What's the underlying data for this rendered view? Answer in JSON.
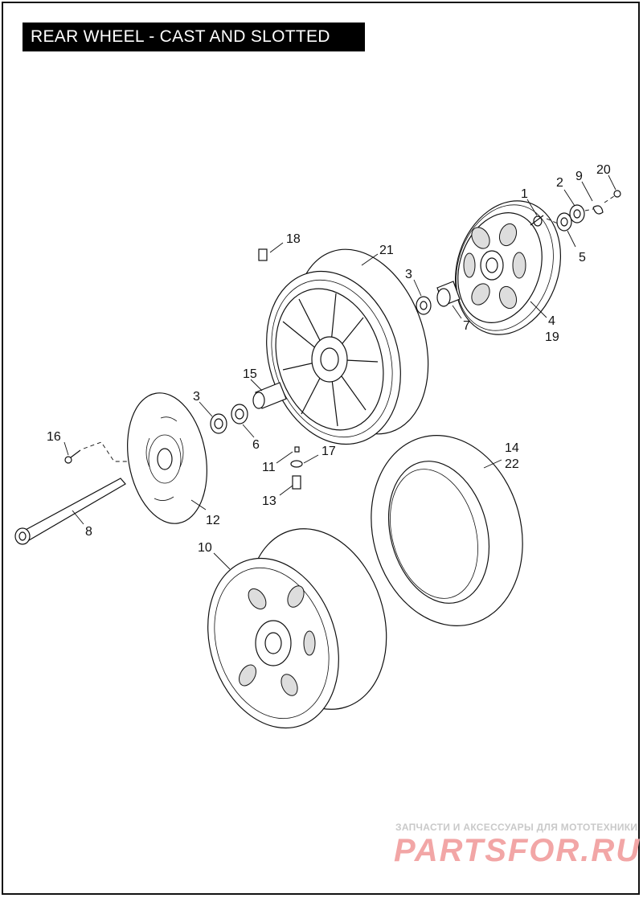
{
  "title": "REAR WHEEL - CAST AND SLOTTED",
  "callouts": {
    "c1": "1",
    "c2": "2",
    "c3a": "3",
    "c3b": "3",
    "c4": "4",
    "c5": "5",
    "c6": "6",
    "c7": "7",
    "c8": "8",
    "c9": "9",
    "c10": "10",
    "c11": "11",
    "c12": "12",
    "c13": "13",
    "c14": "14",
    "c15": "15",
    "c16": "16",
    "c17": "17",
    "c18": "18",
    "c19": "19",
    "c20": "20",
    "c21": "21",
    "c22": "22"
  },
  "watermark": {
    "tagline": "ЗАПЧАСТИ И АКСЕССУАРЫ ДЛЯ МОТОТЕХНИКИ",
    "brand": "PARTSFOR.RU"
  }
}
